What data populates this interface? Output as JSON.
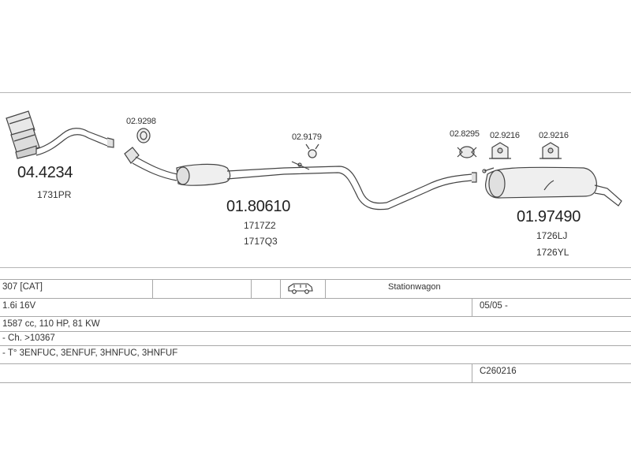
{
  "parts": {
    "catalyst": {
      "number": "04.4234",
      "code": "1731PR"
    },
    "clamp_front": {
      "number": "02.9298"
    },
    "mid_pipe": {
      "number": "01.80610",
      "codes": [
        "1717Z2",
        "1717Q3"
      ]
    },
    "mount_mid": {
      "number": "02.9179"
    },
    "clamp_rear": {
      "number": "02.8295"
    },
    "mount_rear_1": {
      "number": "02.9216"
    },
    "mount_rear_2": {
      "number": "02.9216"
    },
    "rear_silencer": {
      "number": "01.97490",
      "codes": [
        "1726LJ",
        "1726YL"
      ]
    }
  },
  "vehicle_table": {
    "model": "307  [CAT]",
    "body_type_icon": "station-wagon-car-icon",
    "body_type": "Stationwagon",
    "engine": "1.6i 16V",
    "period": "05/05 -",
    "specs": "1587 cc, 110 HP, 81 KW",
    "chassis": "- Ch. >10367",
    "engine_codes": "- T° 3ENFUC, 3ENFUF, 3HNFUC, 3HNFUF",
    "catalog_code": "C260216"
  }
}
